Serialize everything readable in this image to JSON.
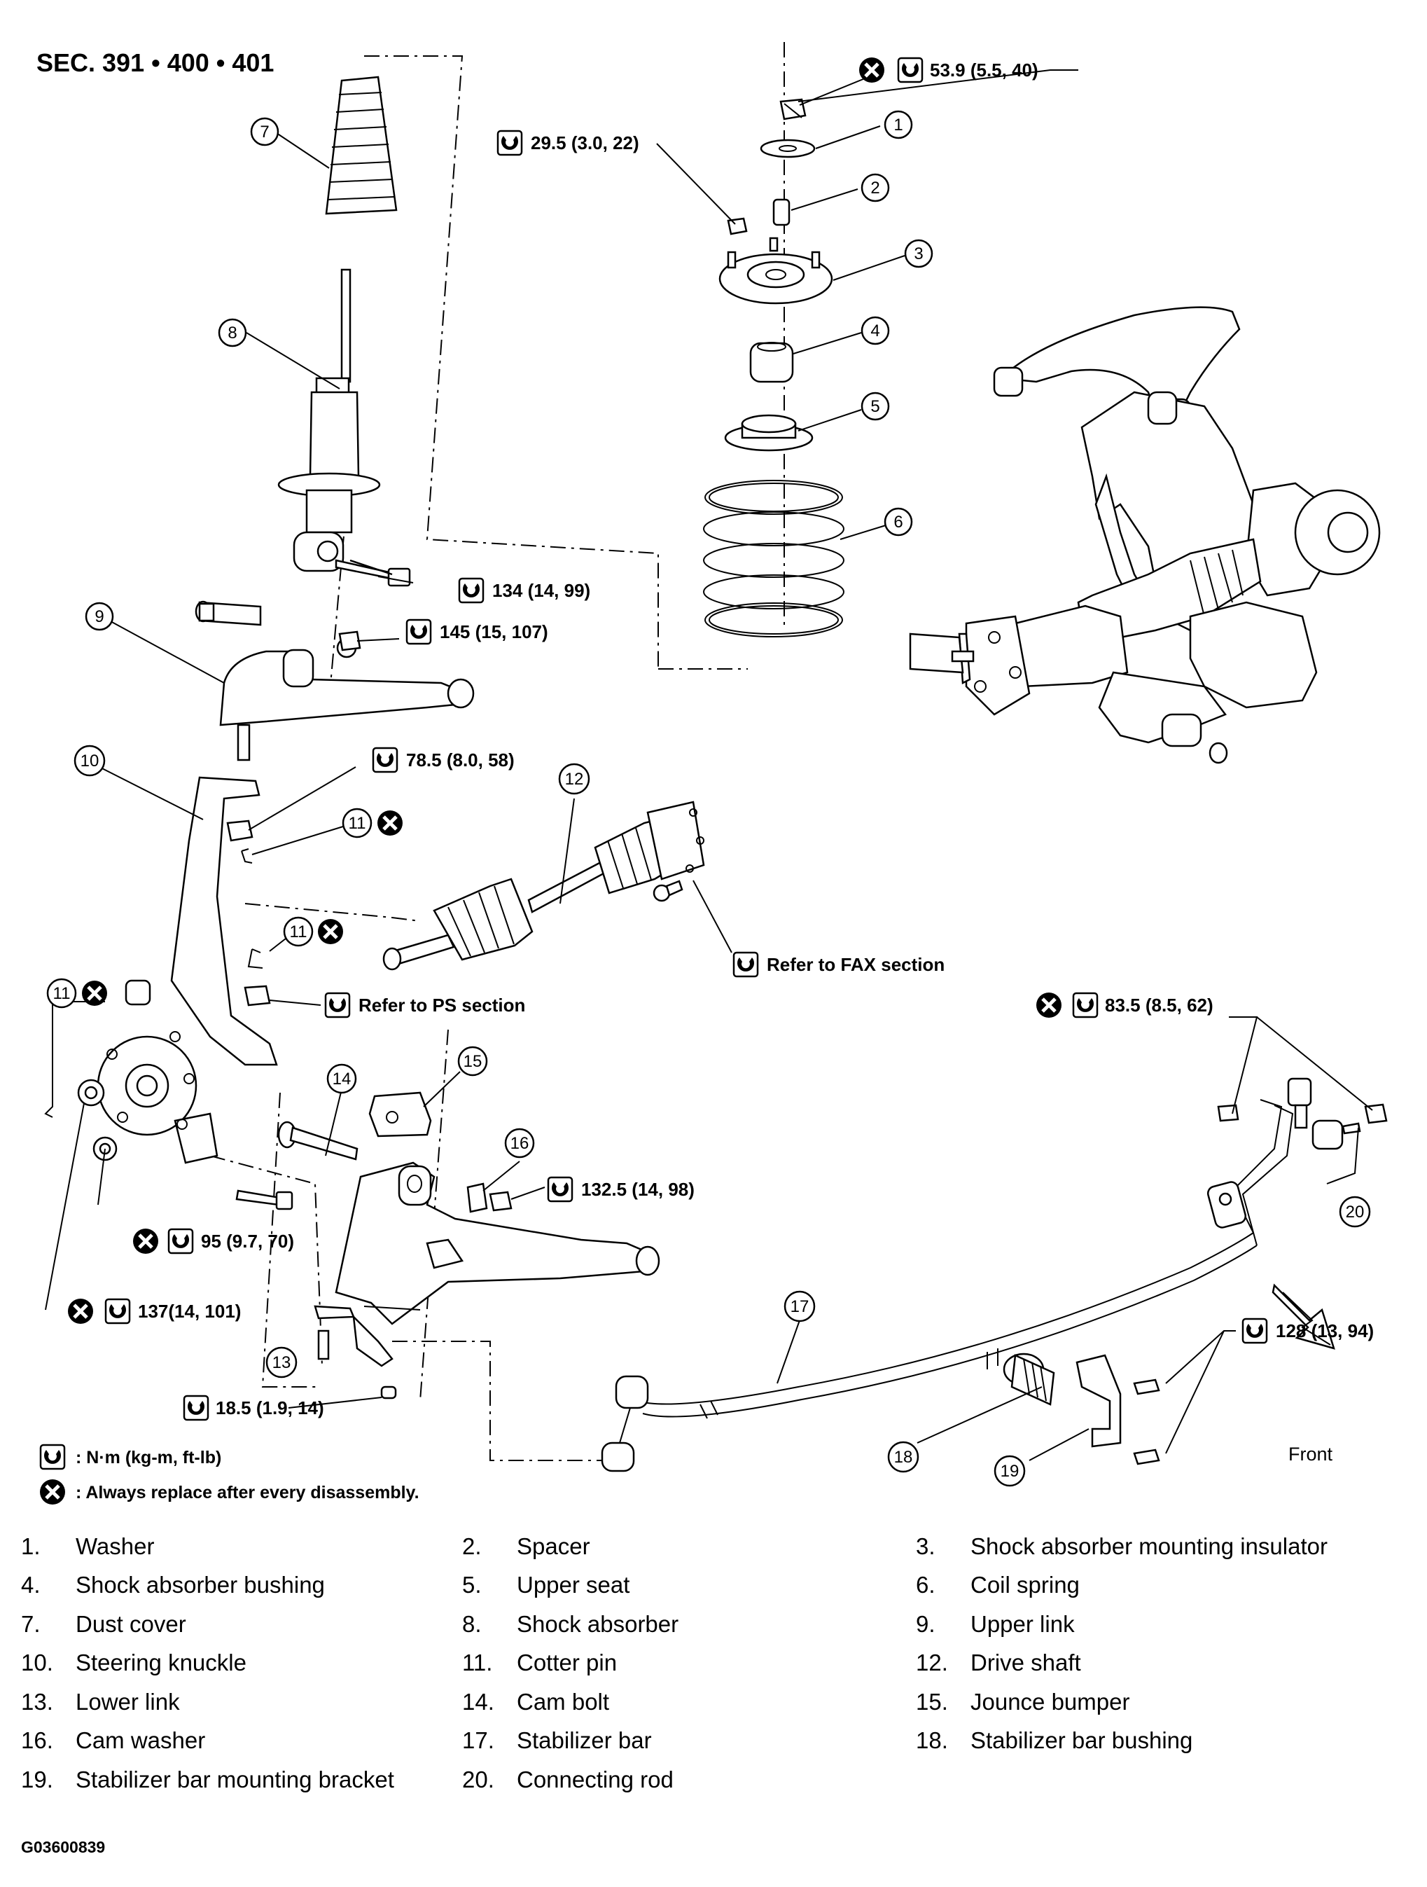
{
  "section_title": "SEC. 391 • 400 • 401",
  "figure_id": "G03600839",
  "callouts": {
    "c1": "1",
    "c2": "2",
    "c3": "3",
    "c4": "4",
    "c5": "5",
    "c6": "6",
    "c7": "7",
    "c8": "8",
    "c9": "9",
    "c10": "10",
    "c11a": "11",
    "c11b": "11",
    "c11c": "11",
    "c12": "12",
    "c13": "13",
    "c14": "14",
    "c15": "15",
    "c16": "16",
    "c17": "17",
    "c18": "18",
    "c19": "19",
    "c20": "20"
  },
  "torques": {
    "t_top_nut": "53.9 (5.5, 40)",
    "t_insulator_nut": "29.5 (3.0, 22)",
    "t_shock_bolt": "134 (14, 99)",
    "t_upper_link_nut": "145 (15, 107)",
    "t_knuckle_upper": "78.5 (8.0, 58)",
    "t_lower_cam_nut": "132.5 (14, 98)",
    "t_connecting_rod": "83.5 (8.5, 62)",
    "t_hub_bolt": "95 (9.7, 70)",
    "t_hub_nut": "137(14, 101)",
    "t_ball_joint": "18.5 (1.9, 14)",
    "t_bracket": "128 (13, 94)"
  },
  "references": {
    "fax": "Refer to FAX section",
    "ps": "Refer to PS section"
  },
  "front_label": "Front",
  "legend": {
    "torque_note": ": N·m (kg-m, ft-lb)",
    "replace_note": ": Always replace after every disassembly."
  },
  "parts": [
    [
      "1.",
      "Washer"
    ],
    [
      "2.",
      "Spacer"
    ],
    [
      "3.",
      "Shock absorber mounting insulator"
    ],
    [
      "4.",
      "Shock absorber bushing"
    ],
    [
      "5.",
      "Upper seat"
    ],
    [
      "6.",
      "Coil spring"
    ],
    [
      "7.",
      "Dust cover"
    ],
    [
      "8.",
      "Shock absorber"
    ],
    [
      "9.",
      "Upper link"
    ],
    [
      "10.",
      "Steering knuckle"
    ],
    [
      "11.",
      "Cotter pin"
    ],
    [
      "12.",
      "Drive shaft"
    ],
    [
      "13.",
      "Lower link"
    ],
    [
      "14.",
      "Cam bolt"
    ],
    [
      "15.",
      "Jounce bumper"
    ],
    [
      "16.",
      "Cam washer"
    ],
    [
      "17.",
      "Stabilizer bar"
    ],
    [
      "18.",
      "Stabilizer bar bushing"
    ],
    [
      "19.",
      "Stabilizer bar mounting bracket"
    ],
    [
      "20.",
      "Connecting rod"
    ]
  ]
}
